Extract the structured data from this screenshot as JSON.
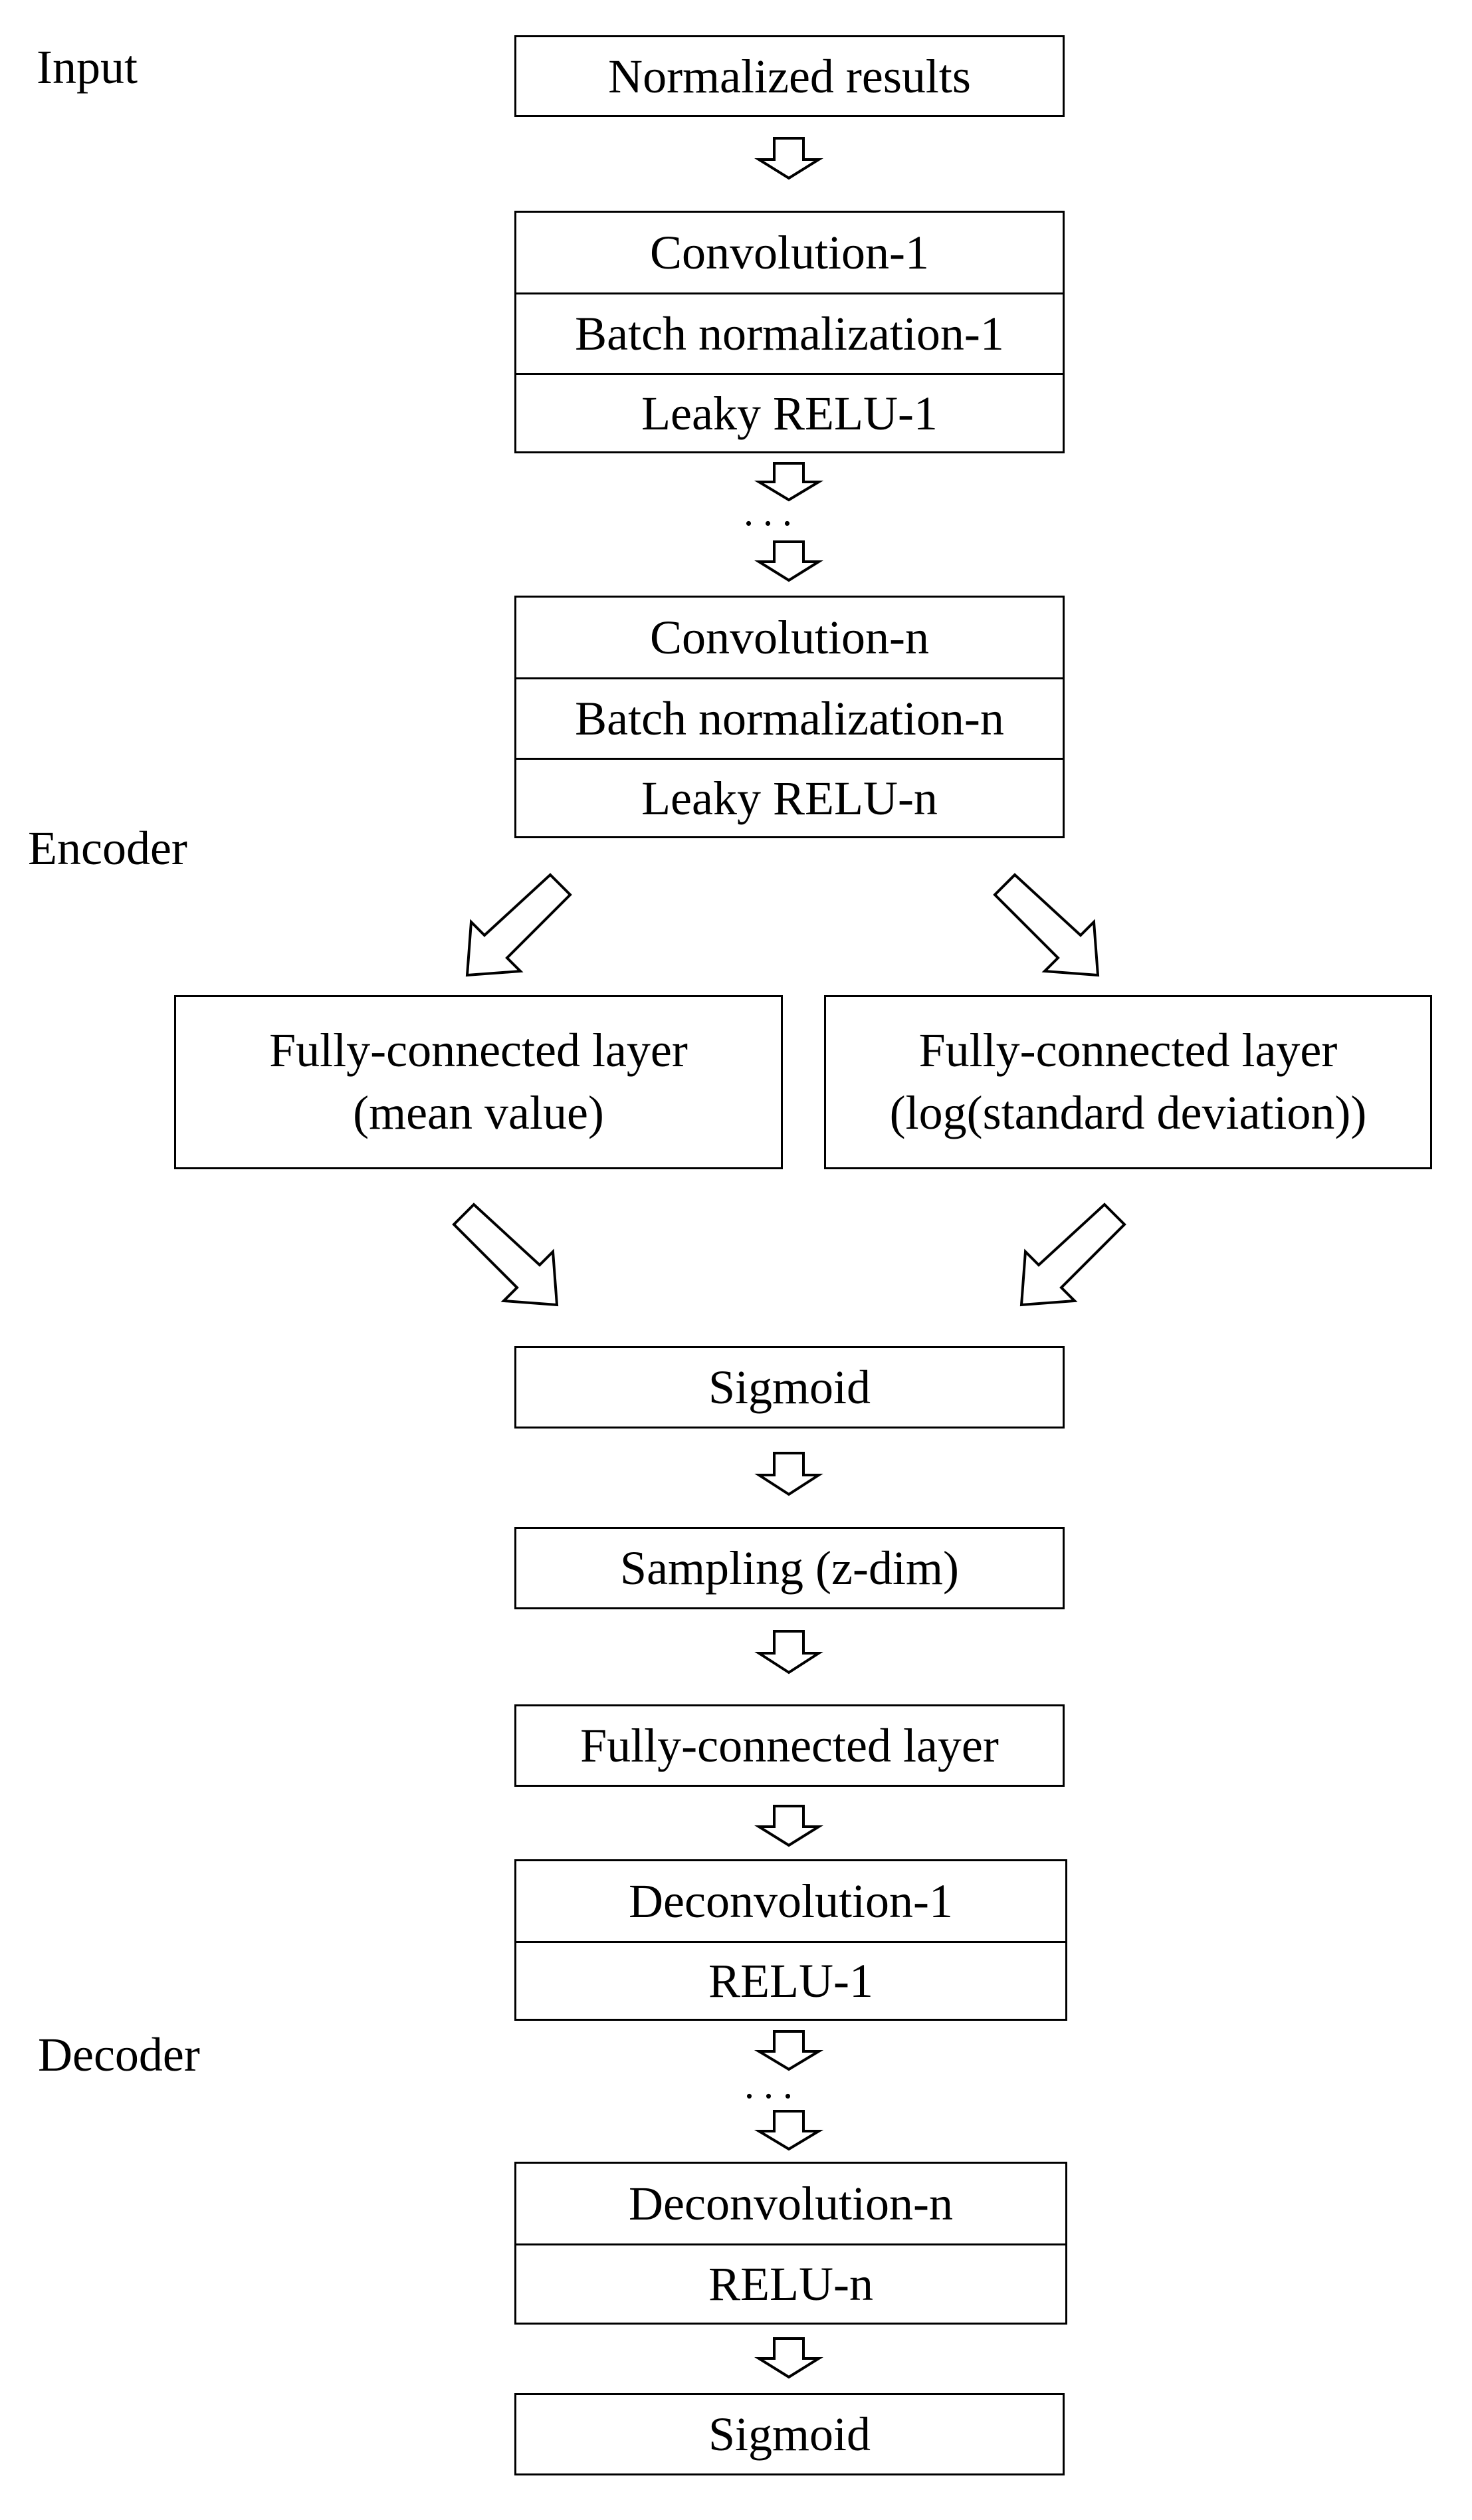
{
  "sections": {
    "input": "Input",
    "encoder": "Encoder",
    "decoder": "Decoder"
  },
  "blocks": {
    "normalized": "Normalized results",
    "conv1": [
      "Convolution-1",
      "Batch normalization-1",
      "Leaky RELU-1"
    ],
    "convn": [
      "Convolution-n",
      "Batch normalization-n",
      "Leaky RELU-n"
    ],
    "fc_mean": [
      "Fully-connected layer",
      "(mean value)"
    ],
    "fc_logstd": [
      "Fully-connected layer",
      "(log(standard deviation))"
    ],
    "sigmoid_mid": "Sigmoid",
    "sampling": "Sampling (z-dim)",
    "fc": "Fully-connected layer",
    "deconv1": [
      "Deconvolution-1",
      "RELU-1"
    ],
    "deconvn": [
      "Deconvolution-n",
      "RELU-n"
    ],
    "sigmoid_out": "Sigmoid"
  },
  "ellipsis": "..."
}
